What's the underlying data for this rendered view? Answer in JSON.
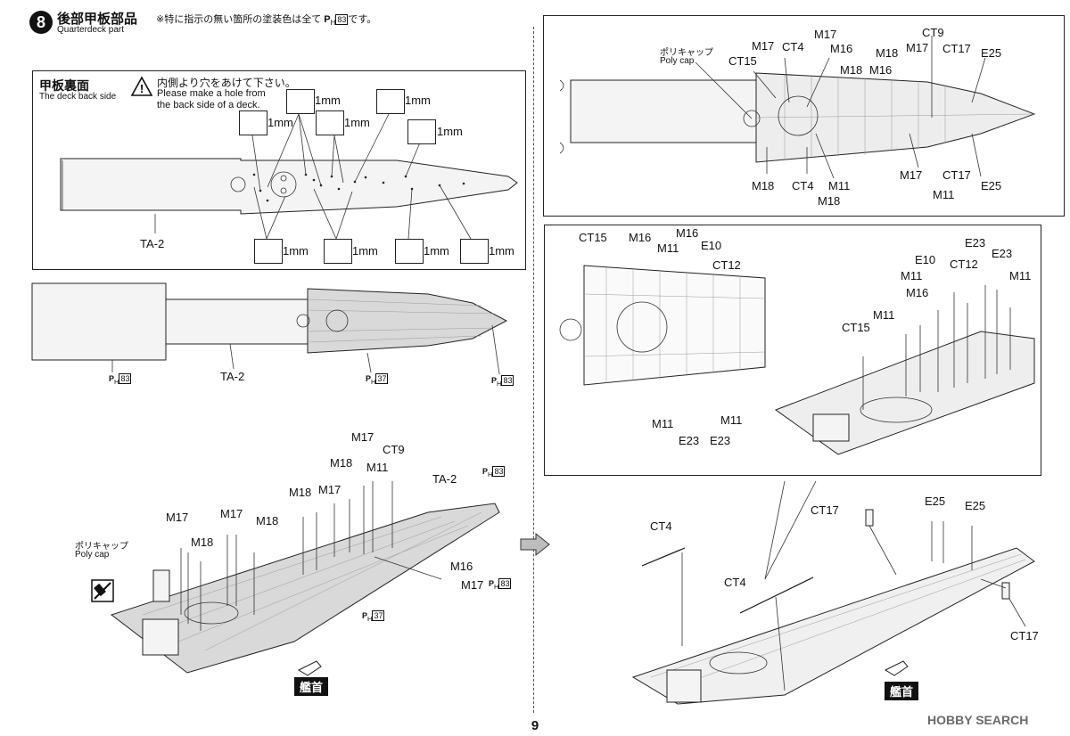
{
  "step": {
    "number": "8",
    "title_jp": "後部甲板部品",
    "title_en": "Quarterdeck part",
    "note": "※特に指示の無い箇所の塗装色は全て"
  },
  "note_suffix": "です。",
  "paint_ref": {
    "prefix": "P",
    "sub": "H",
    "num": "83"
  },
  "deck_back": {
    "title_jp": "甲板裏面",
    "title_en": "The deck back side",
    "warning_jp": "内側より穴をあけて下さい。",
    "warning_en": "Please make a hole from the back side of a deck.",
    "drill_label": "1mm",
    "part": "TA-2"
  },
  "top_view": {
    "part": "TA-2",
    "refs": [
      "83",
      "37",
      "83"
    ]
  },
  "lower_left": {
    "labels": [
      "M17",
      "CT9",
      "M18",
      "M11",
      "TA-2",
      "M18",
      "M17",
      "M17",
      "M17",
      "M18",
      "M18",
      "M16",
      "M17"
    ],
    "polycap_jp": "ポリキャップ",
    "polycap_en": "Poly cap",
    "refs": [
      "83",
      "83",
      "37"
    ],
    "direction": "艦首"
  },
  "top_right": {
    "polycap_jp": "ポリキャップ",
    "polycap_en": "Poly cap",
    "labels_top": [
      "M17",
      "CT4",
      "M16",
      "CT9",
      "M18",
      "M17",
      "CT17",
      "E25",
      "CT15",
      "M18",
      "M16",
      "M17"
    ],
    "labels_bottom": [
      "M18",
      "CT4",
      "M11",
      "M18",
      "M17",
      "CT17",
      "M11",
      "E25"
    ]
  },
  "mid_right": {
    "labels": [
      "CT15",
      "M16",
      "M16",
      "M11",
      "E10",
      "CT12",
      "M11",
      "M11",
      "E23",
      "E23",
      "E10",
      "CT12",
      "E23",
      "E23",
      "M11",
      "M16",
      "M11",
      "M11",
      "CT15"
    ]
  },
  "bottom_right": {
    "labels": [
      "CT17",
      "E25",
      "E25",
      "CT4",
      "CT4",
      "CT17"
    ],
    "direction": "艦首"
  },
  "page_number": "9",
  "watermark": "HOBBY SEARCH"
}
